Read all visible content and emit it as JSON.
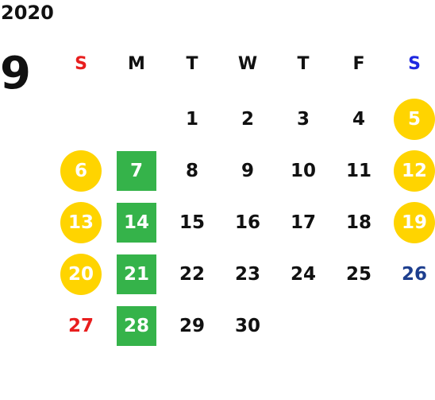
{
  "calendar": {
    "year": "2020",
    "month": "9",
    "weekdays": [
      {
        "label": "S",
        "color": "#e81e1e"
      },
      {
        "label": "M",
        "color": "#111111"
      },
      {
        "label": "T",
        "color": "#111111"
      },
      {
        "label": "W",
        "color": "#111111"
      },
      {
        "label": "T",
        "color": "#111111"
      },
      {
        "label": "F",
        "color": "#111111"
      },
      {
        "label": "S",
        "color": "#1e28e0"
      }
    ],
    "weeks": [
      [
        null,
        null,
        {
          "day": "1"
        },
        {
          "day": "2"
        },
        {
          "day": "3"
        },
        {
          "day": "4"
        },
        {
          "day": "5",
          "mark": "circle"
        }
      ],
      [
        {
          "day": "6",
          "mark": "circle"
        },
        {
          "day": "7",
          "mark": "square"
        },
        {
          "day": "8"
        },
        {
          "day": "9"
        },
        {
          "day": "10"
        },
        {
          "day": "11"
        },
        {
          "day": "12",
          "mark": "circle"
        }
      ],
      [
        {
          "day": "13",
          "mark": "circle"
        },
        {
          "day": "14",
          "mark": "square"
        },
        {
          "day": "15"
        },
        {
          "day": "16"
        },
        {
          "day": "17"
        },
        {
          "day": "18"
        },
        {
          "day": "19",
          "mark": "circle"
        }
      ],
      [
        {
          "day": "20",
          "mark": "circle"
        },
        {
          "day": "21",
          "mark": "square"
        },
        {
          "day": "22"
        },
        {
          "day": "23"
        },
        {
          "day": "24"
        },
        {
          "day": "25"
        },
        {
          "day": "26",
          "color": "#1d3e8e"
        }
      ],
      [
        {
          "day": "27",
          "color": "#e81e1e"
        },
        {
          "day": "28",
          "mark": "square"
        },
        {
          "day": "29"
        },
        {
          "day": "30"
        },
        null,
        null,
        null
      ]
    ]
  },
  "colors": {
    "holiday_circle": "#ffd400",
    "marked_square": "#35b34a",
    "marked_text": "#ffffff",
    "default_text": "#111111"
  }
}
